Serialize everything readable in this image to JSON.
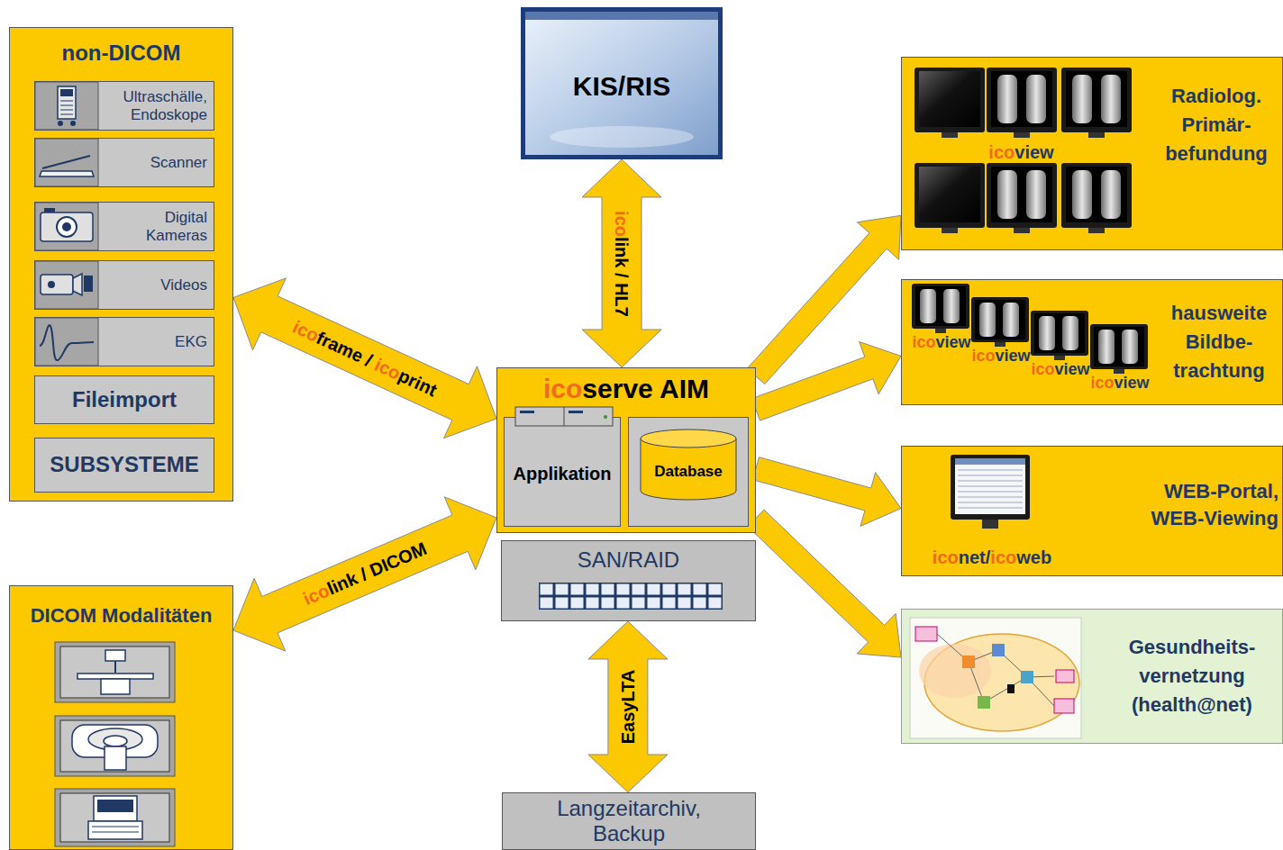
{
  "diagram": {
    "nodes": [
      {
        "text": [
          "non-DICOM"
        ]
      },
      {
        "text": [
          "Ultraschälle, Endoskope"
        ],
        "in": 0
      },
      {
        "text": [
          "Scanner"
        ],
        "in": 0
      },
      {
        "text": [
          "Digital Kameras"
        ],
        "in": 0
      },
      {
        "text": [
          "Videos"
        ],
        "in": 0
      },
      {
        "text": [
          "EKG"
        ],
        "in": 0
      },
      {
        "text": [
          "Fileimport"
        ],
        "in": 0
      },
      {
        "text": [
          "SUBSYSTEME"
        ],
        "in": 0
      },
      {
        "text": [
          "KIS/RIS"
        ]
      },
      {
        "text": [
          "icoserve AIM"
        ]
      },
      {
        "text": [
          "Applikation"
        ],
        "in": 9
      },
      {
        "text": [
          "Database"
        ],
        "in": 9
      },
      {
        "text": [
          "SAN/RAID"
        ]
      },
      {
        "text": [
          "Langzeitarchiv, Backup"
        ]
      },
      {
        "text": [
          "DICOM Modalitäten"
        ]
      },
      {
        "text": [
          "icoview",
          "Radiolog. Primär- befundung"
        ]
      },
      {
        "text": [
          "icoview",
          "icoview",
          "icoview",
          "icoview",
          "hausweite Bildbe- trachtung"
        ]
      },
      {
        "text": [
          "iconet/icoweb",
          "WEB-Portal, WEB-Viewing"
        ]
      },
      {
        "text": [
          "Gesundheits- vernetzung (health@net)"
        ]
      }
    ],
    "edges": [
      {
        "from": 0,
        "to": 9,
        "arrow": "both",
        "label": "icoframe / icoprint"
      },
      {
        "from": 8,
        "to": 9,
        "arrow": "both",
        "label": "icolink / HL7"
      },
      {
        "from": 14,
        "to": 9,
        "arrow": "both",
        "label": "icolink / DICOM"
      },
      {
        "from": 12,
        "to": 13,
        "arrow": "both",
        "label": "EasyLTA"
      },
      {
        "from": 9,
        "to": 15,
        "arrow": "to"
      },
      {
        "from": 9,
        "to": 16,
        "arrow": "to"
      },
      {
        "from": 9,
        "to": 17,
        "arrow": "to"
      },
      {
        "from": 9,
        "to": 18,
        "arrow": "to"
      }
    ]
  }
}
